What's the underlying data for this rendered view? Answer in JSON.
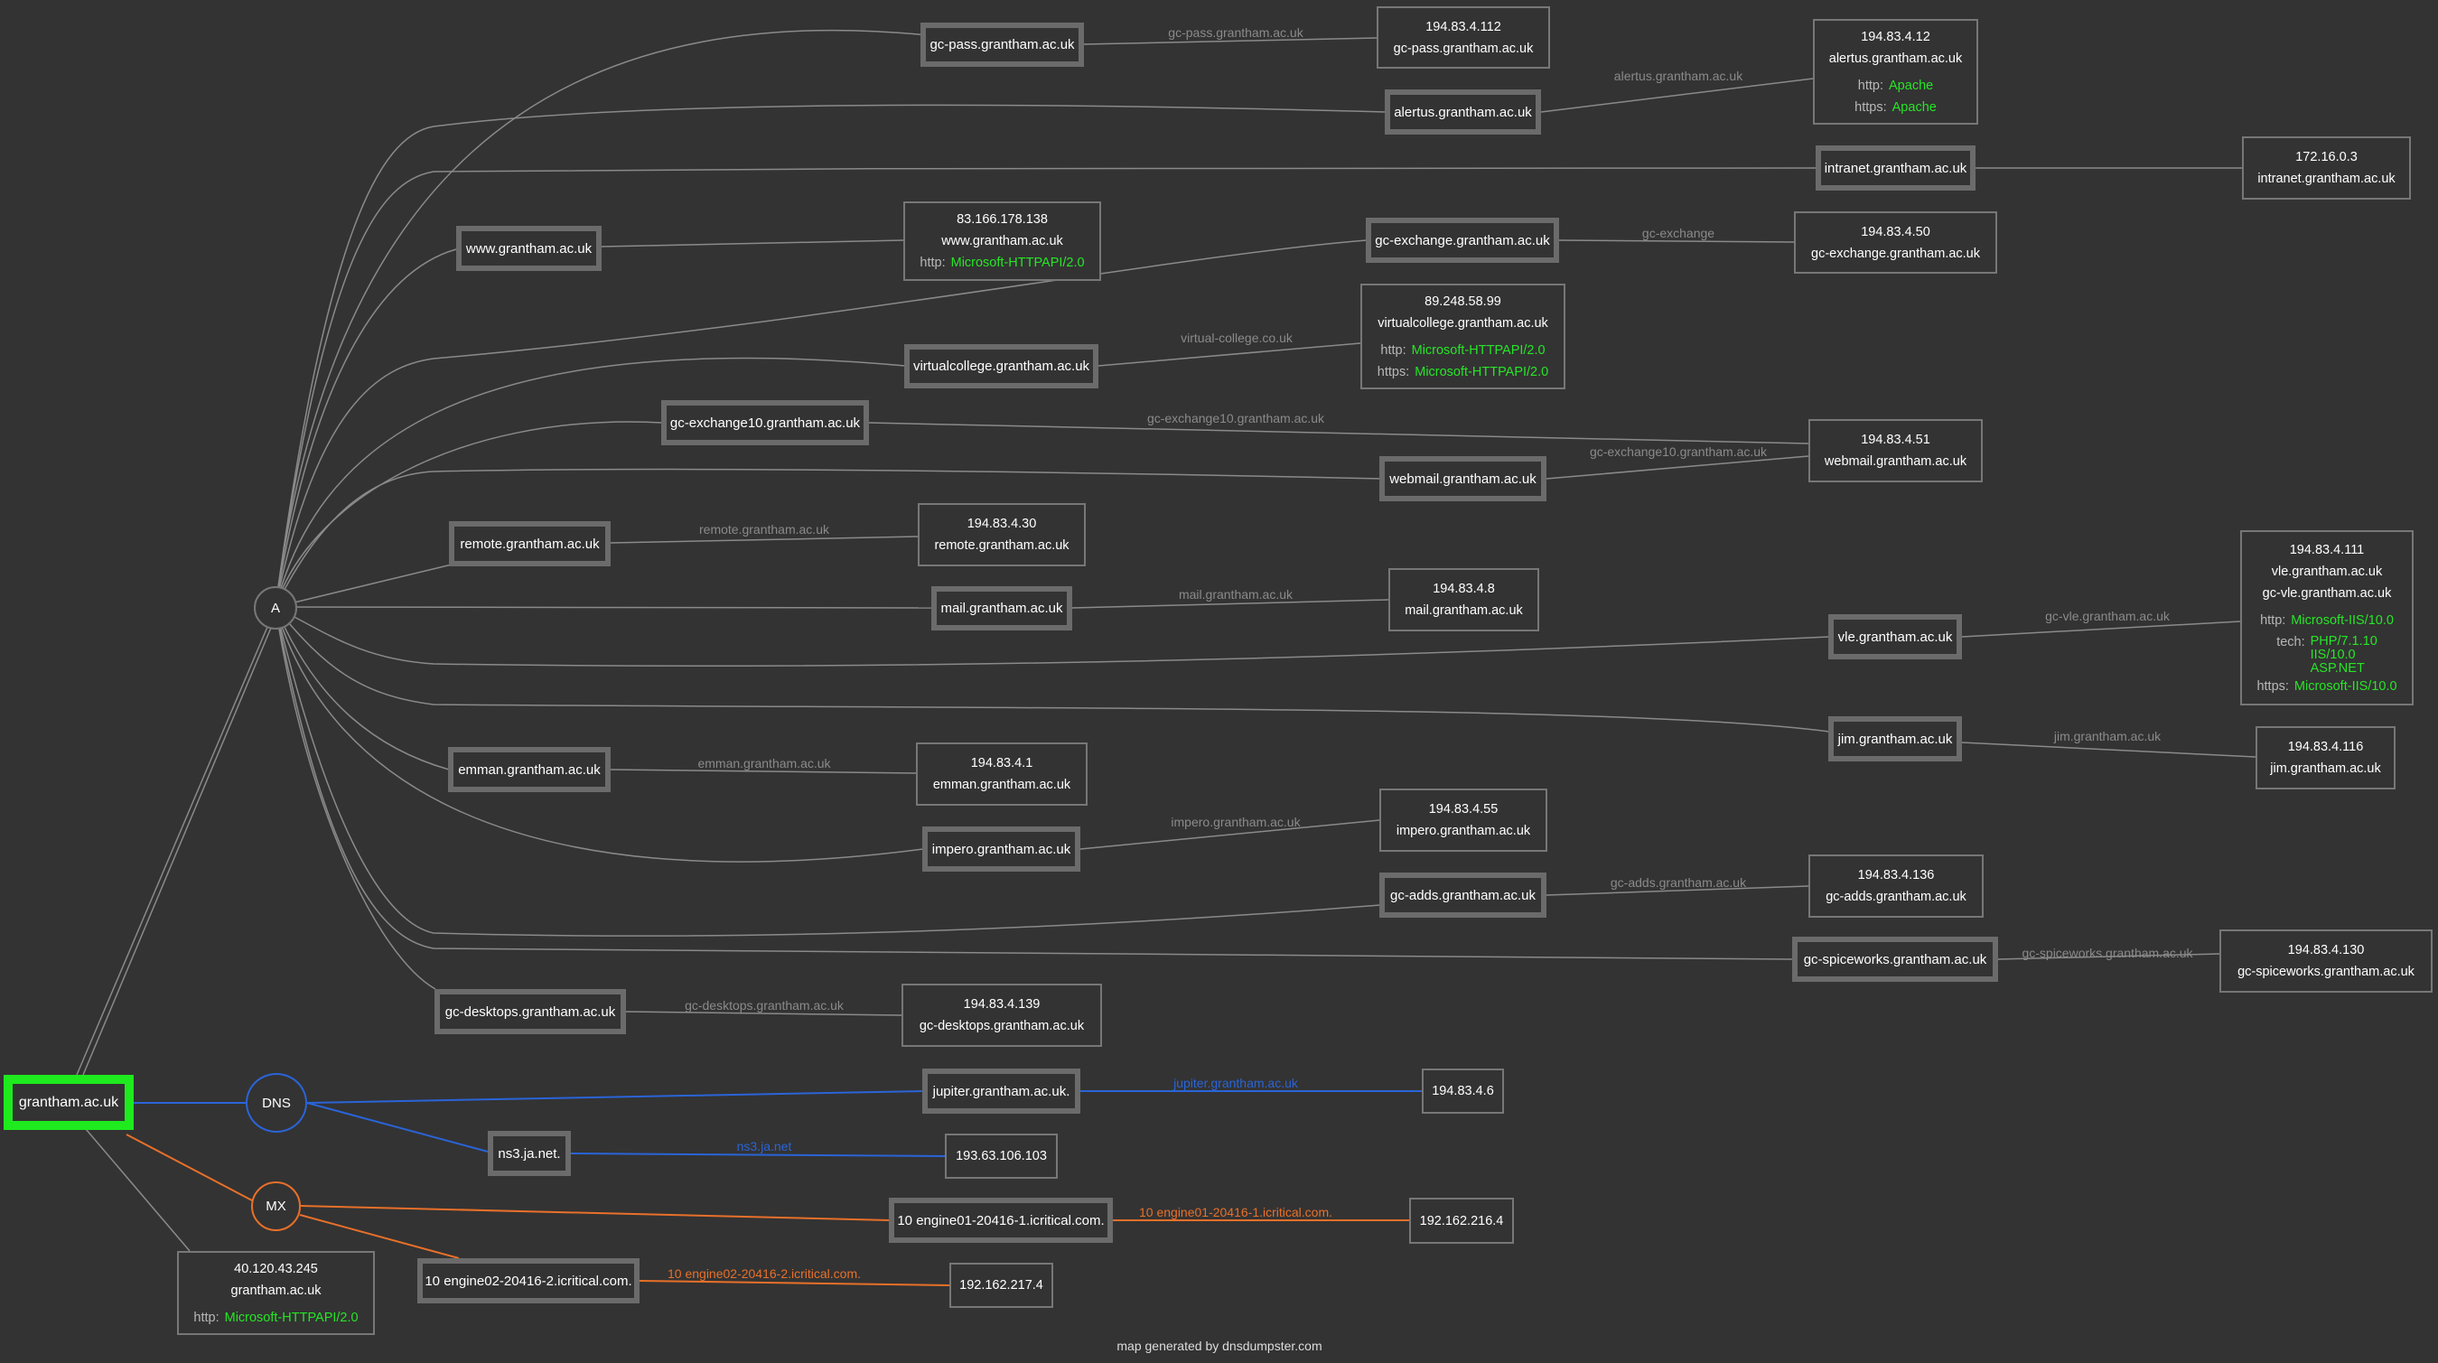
{
  "colors": {
    "background": "#333333",
    "node_border": "#6b6b6b",
    "root_border": "#1eea1e",
    "edge_a": "#8a8a8a",
    "edge_dns": "#2a64d8",
    "edge_mx": "#e8702a",
    "label_a": "#8a8a8a",
    "label_dns": "#2a64d8",
    "label_mx": "#e8702a",
    "server_value": "#27e527"
  },
  "root": {
    "label": "grantham.ac.uk"
  },
  "hubs": {
    "a": "A",
    "dns": "DNS",
    "mx": "MX"
  },
  "nodes": {
    "gc_pass": "gc-pass.grantham.ac.uk",
    "alertus": "alertus.grantham.ac.uk",
    "intranet": "intranet.grantham.ac.uk",
    "www": "www.grantham.ac.uk",
    "gc_exchange": "gc-exchange.grantham.ac.uk",
    "virtualcollege": "virtualcollege.grantham.ac.uk",
    "gc_exchange10": "gc-exchange10.grantham.ac.uk",
    "webmail": "webmail.grantham.ac.uk",
    "remote": "remote.grantham.ac.uk",
    "mail": "mail.grantham.ac.uk",
    "vle": "vle.grantham.ac.uk",
    "jim": "jim.grantham.ac.uk",
    "emman": "emman.grantham.ac.uk",
    "impero": "impero.grantham.ac.uk",
    "gc_adds": "gc-adds.grantham.ac.uk",
    "gc_spiceworks": "gc-spiceworks.grantham.ac.uk",
    "gc_desktops": "gc-desktops.grantham.ac.uk",
    "jupiter": "jupiter.grantham.ac.uk.",
    "ns3": "ns3.ja.net.",
    "engine01": "10 engine01-20416-1.icritical.com.",
    "engine02": "10 engine02-20416-2.icritical.com."
  },
  "info": {
    "gc_pass": {
      "ip": "194.83.4.112",
      "host": "gc-pass.grantham.ac.uk"
    },
    "alertus": {
      "ip": "194.83.4.12",
      "host": "alertus.grantham.ac.uk",
      "http_key": "http:",
      "http_val": "Apache",
      "https_key": "https:",
      "https_val": "Apache"
    },
    "intranet": {
      "ip": "172.16.0.3",
      "host": "intranet.grantham.ac.uk"
    },
    "www": {
      "ip": "83.166.178.138",
      "host": "www.grantham.ac.uk",
      "http_key": "http:",
      "http_val": "Microsoft-HTTPAPI/2.0"
    },
    "gc_exchange": {
      "ip": "194.83.4.50",
      "host": "gc-exchange.grantham.ac.uk"
    },
    "virtualcollege": {
      "ip": "89.248.58.99",
      "host": "virtualcollege.grantham.ac.uk",
      "http_key": "http:",
      "http_val": "Microsoft-HTTPAPI/2.0",
      "https_key": "https:",
      "https_val": "Microsoft-HTTPAPI/2.0"
    },
    "webmail": {
      "ip": "194.83.4.51",
      "host": "webmail.grantham.ac.uk"
    },
    "remote": {
      "ip": "194.83.4.30",
      "host": "remote.grantham.ac.uk"
    },
    "mail": {
      "ip": "194.83.4.8",
      "host": "mail.grantham.ac.uk"
    },
    "vle": {
      "ip": "194.83.4.111",
      "host": "vle.grantham.ac.uk",
      "host2": "gc-vle.grantham.ac.uk",
      "http_key": "http:",
      "http_val": "Microsoft-IIS/10.0",
      "tech_key": "tech:",
      "tech_vals": [
        "PHP/7.1.10",
        "IIS/10.0",
        "ASP.NET"
      ],
      "https_key": "https:",
      "https_val": "Microsoft-IIS/10.0"
    },
    "jim": {
      "ip": "194.83.4.116",
      "host": "jim.grantham.ac.uk"
    },
    "emman": {
      "ip": "194.83.4.1",
      "host": "emman.grantham.ac.uk"
    },
    "impero": {
      "ip": "194.83.4.55",
      "host": "impero.grantham.ac.uk"
    },
    "gc_adds": {
      "ip": "194.83.4.136",
      "host": "gc-adds.grantham.ac.uk"
    },
    "gc_spiceworks": {
      "ip": "194.83.4.130",
      "host": "gc-spiceworks.grantham.ac.uk"
    },
    "gc_desktops": {
      "ip": "194.83.4.139",
      "host": "gc-desktops.grantham.ac.uk"
    },
    "jupiter": {
      "ip": "194.83.4.6"
    },
    "ns3": {
      "ip": "193.63.106.103"
    },
    "engine01": {
      "ip": "192.162.216.4"
    },
    "engine02": {
      "ip": "192.162.217.4"
    },
    "root": {
      "ip": "40.120.43.245",
      "host": "grantham.ac.uk",
      "http_key": "http:",
      "http_val": "Microsoft-HTTPAPI/2.0"
    }
  },
  "edge_labels": {
    "gc_pass": "gc-pass.grantham.ac.uk",
    "alertus": "alertus.grantham.ac.uk",
    "gc_exchange": "gc-exchange",
    "virtualcollege": "virtual-college.co.uk",
    "gc_exchange10": "gc-exchange10.grantham.ac.uk",
    "webmail": "gc-exchange10.grantham.ac.uk",
    "remote": "remote.grantham.ac.uk",
    "mail": "mail.grantham.ac.uk",
    "vle": "gc-vle.grantham.ac.uk",
    "jim": "jim.grantham.ac.uk",
    "emman": "emman.grantham.ac.uk",
    "impero": "impero.grantham.ac.uk",
    "gc_adds": "gc-adds.grantham.ac.uk",
    "gc_spiceworks": "gc-spiceworks.grantham.ac.uk",
    "gc_desktops": "gc-desktops.grantham.ac.uk",
    "jupiter": "jupiter.grantham.ac.uk",
    "ns3": "ns3.ja.net",
    "engine01": "10 engine01-20416-1.icritical.com.",
    "engine02": "10 engine02-20416-2.icritical.com."
  },
  "footer": "map generated by dnsdumpster.com"
}
